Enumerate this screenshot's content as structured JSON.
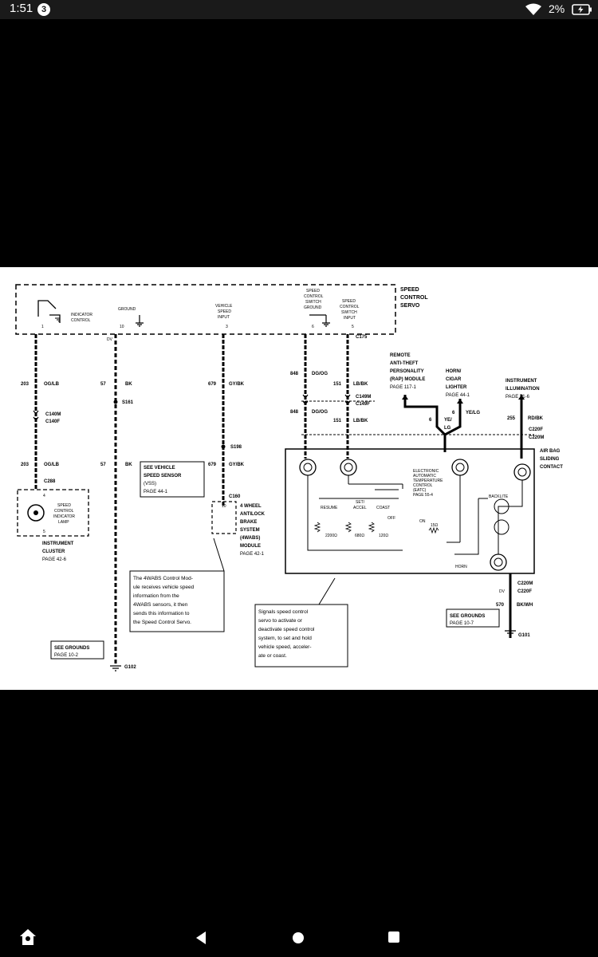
{
  "status": {
    "time": "1:51",
    "notification_count": "3",
    "battery_percent": "2%"
  },
  "diagram": {
    "servo_label": [
      "SPEED",
      "CONTROL",
      "SERVO"
    ],
    "pins": {
      "indicator_control": [
        "INDICATOR",
        "CONTROL"
      ],
      "ground": "GROUND",
      "vehicle_speed_input": [
        "VEHICLE",
        "SPEED",
        "INPUT"
      ],
      "switch_ground": [
        "SPEED",
        "CONTROL",
        "SWITCH",
        "GROUND"
      ],
      "switch_input": [
        "SPEED",
        "CONTROL",
        "SWITCH",
        "INPUT"
      ],
      "pin1": "1",
      "pin10": "10",
      "pin3": "3",
      "pin6": "6",
      "pin5": "5",
      "dv": "DV"
    },
    "wires": {
      "w203a": "203",
      "w203a_color": "OG/LB",
      "w57a": "57",
      "w57a_color": "BK",
      "w679a": "679",
      "w679a_color": "GY/BK",
      "w848a": "848",
      "w848a_color": "DG/OG",
      "w151a": "151",
      "w151a_color": "LB/BK",
      "w848b": "848",
      "w848b_color": "DG/OG",
      "w151b": "151",
      "w151b_color": "LB/BK",
      "w203b": "203",
      "w203b_color": "OG/LB",
      "w57b": "57",
      "w57b_color": "BK",
      "w679b": "679",
      "w679b_color": "GY/BK",
      "w255": "255",
      "w255_color": "RD/BK",
      "w6a": "6",
      "w6a_color": "YE/LG",
      "w6b": "6",
      "w6b_color": "YE/",
      "w6b_color2": "LG",
      "w570": "570",
      "w570_color": "BK/WH",
      "dv2": "DV"
    },
    "connectors": {
      "c175": "C175",
      "c140m": "C140M",
      "c140f": "C140F",
      "c149m": "C149M",
      "c149f": "C149F",
      "s161": "S161",
      "s198": "S198",
      "c288": "C288",
      "c160": "C160",
      "c220f": "C220F",
      "c220m": "C220M",
      "c220m2": "C220M",
      "c220f2": "C220F",
      "g101": "G101",
      "g102": "G102",
      "pin4": "4",
      "pin5b": "5",
      "pin10b": "10"
    },
    "rap_module": [
      "REMOTE",
      "ANTI-THEFT",
      "PERSONALITY",
      "(RAP) MODULE",
      "PAGE  117-1"
    ],
    "horn": [
      "HORN/",
      "CIGAR",
      "LIGHTER",
      "PAGE 44-1"
    ],
    "illum": [
      "INSTRUMENT",
      "ILLUMINATION",
      "PAGE 71-6"
    ],
    "air_bag": [
      "AIR BAG",
      "SLIDING",
      "CONTACT"
    ],
    "vss_box": [
      "SEE VEHICLE",
      "SPEED SENSOR",
      "(VSS)",
      "PAGE 44-1"
    ],
    "abs_module": [
      "4 WHEEL",
      "ANTILOCK",
      "BRAKE",
      "SYSTEM",
      "(4WABS)",
      "MODULE",
      "PAGE 42-1"
    ],
    "indicator_lamp": [
      "SPEED",
      "CONTROL",
      "INDICATOR",
      "LAMP"
    ],
    "cluster": [
      "INSTRUMENT",
      "CLUSTER",
      "PAGE 42-6"
    ],
    "note1": [
      "The 4WABS Control Mod-",
      "ule receives vehicle speed",
      "information from the",
      "4WABS sensors, it then",
      "sends this information to",
      "the Speed Control Servo."
    ],
    "note2": [
      "Signals speed control",
      "servo to activate or",
      "deactivate speed control",
      "system, to set and hold",
      "vehicle speed, acceler-",
      "ate or coast."
    ],
    "see_grounds_left": [
      "SEE GROUNDS",
      "PAGE 10-2"
    ],
    "see_grounds_right": [
      "SEE GROUNDS",
      "PAGE 10-7"
    ],
    "switch": {
      "resume": "RESUME",
      "set": "SET/",
      "accel": "ACCEL",
      "coast": "COAST",
      "off": "OFF",
      "on": "ON",
      "r1": "2200Ω",
      "r2": "680Ω",
      "r3": "120Ω",
      "r4": "15Ω",
      "horn": "HORN",
      "backlite": "BACKLITE",
      "temp_control": [
        "ELECTRONIC",
        "AUTOMATIC",
        "TEMPERATURE",
        "CONTROL",
        "(EATC)",
        "PAGE 55-4"
      ]
    }
  }
}
